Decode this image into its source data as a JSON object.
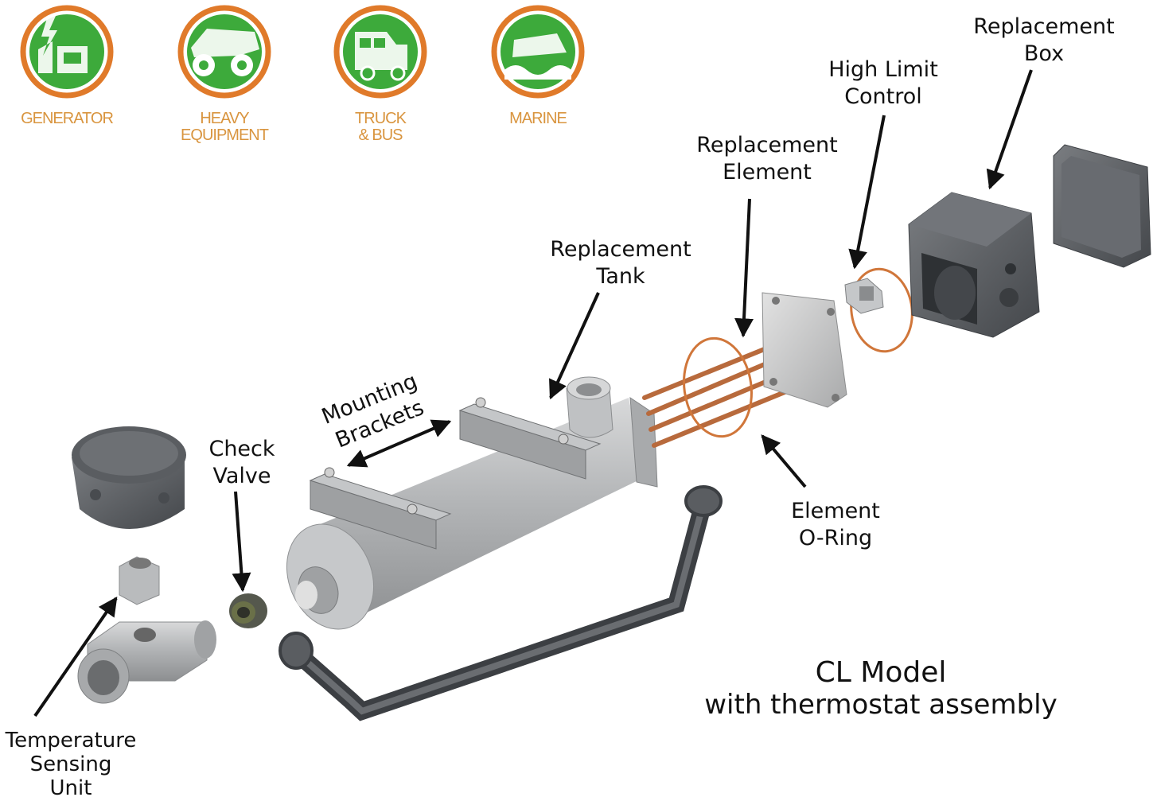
{
  "colors": {
    "badge_ring": "#e07a2a",
    "badge_fill": "#3daa3b",
    "badge_text": "#d9953f",
    "metal": "#b4b6b8",
    "dark_part": "#5c5f63",
    "copper": "#b86a3c"
  },
  "applications": [
    {
      "icon": "generator-icon",
      "line1": "GENERATOR",
      "line2": ""
    },
    {
      "icon": "heavy-equipment-icon",
      "line1": "HEAVY",
      "line2": "EQUIPMENT"
    },
    {
      "icon": "truck-bus-icon",
      "line1": "TRUCK",
      "line2": "& BUS"
    },
    {
      "icon": "marine-icon",
      "line1": "MARINE",
      "line2": ""
    }
  ],
  "labels": {
    "replacement_box": {
      "line1": "Replacement",
      "line2": "Box"
    },
    "high_limit_control": {
      "line1": "High Limit",
      "line2": "Control"
    },
    "replacement_element": {
      "line1": "Replacement",
      "line2": "Element"
    },
    "replacement_tank": {
      "line1": "Replacement",
      "line2": "Tank"
    },
    "mounting_brackets": {
      "line1": "Mounting",
      "line2": "Brackets"
    },
    "check_valve": {
      "line1": "Check",
      "line2": "Valve"
    },
    "element_oring": {
      "line1": "Element",
      "line2": "O-Ring"
    },
    "temperature_sensing_unit": {
      "line1": "Temperature",
      "line2": "Sensing",
      "line3": "Unit"
    }
  },
  "model": {
    "title": "CL Model",
    "subtitle": "with thermostat assembly"
  }
}
